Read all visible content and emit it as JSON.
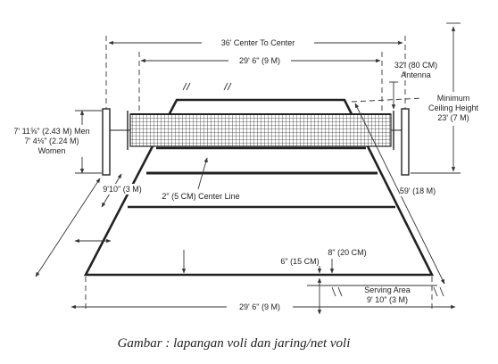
{
  "labels": {
    "center_to_center": "36' Center To Center",
    "net_width": "29' 6\" (9 M)",
    "antenna_1": "32\" (80 CM)",
    "antenna_2": "Antenna",
    "ceiling_1": "Minimum",
    "ceiling_2": "Ceiling Height",
    "ceiling_3": "23' (7 M)",
    "net_height_1": "7' 11⅝\" (2.43 M) Men",
    "net_height_2": "7' 4⅛\" (2.24 M)",
    "net_height_3": "Women",
    "attack_line": "9'10\" (3 M)",
    "center_line": "2\" (5 CM) Center Line",
    "court_length": "59' (18 M)",
    "line_width": "6\" (15 CM)",
    "serve_mark": "8\" (20 CM)",
    "serving_area_1": "Serving Area",
    "serving_area_2": "9' 10\" (3 M)",
    "bottom_width": "29' 6\" (9 M)",
    "caption": "Gambar : lapangan voli dan  jaring/net voli"
  }
}
